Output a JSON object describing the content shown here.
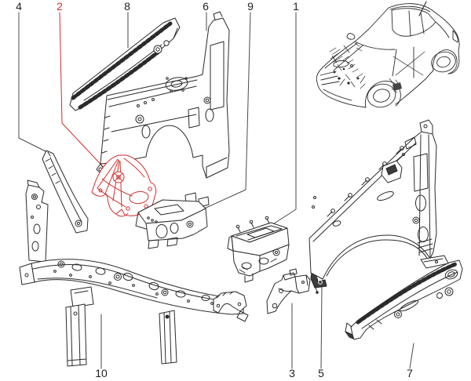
{
  "diagram": {
    "callouts": [
      {
        "label": "4",
        "highlighted": false
      },
      {
        "label": "2",
        "highlighted": true
      },
      {
        "label": "8",
        "highlighted": false
      },
      {
        "label": "6",
        "highlighted": false
      },
      {
        "label": "9",
        "highlighted": false
      },
      {
        "label": "1",
        "highlighted": false
      },
      {
        "label": "10",
        "highlighted": false
      },
      {
        "label": "3",
        "highlighted": false
      },
      {
        "label": "5",
        "highlighted": false
      },
      {
        "label": "7",
        "highlighted": false
      }
    ],
    "colors": {
      "background": "#ffffff",
      "line": "#2b2b2b",
      "leader_line": "#4a4a4a",
      "highlight": "#cf2e2e",
      "dark_fill": "#3c3c3c"
    }
  }
}
